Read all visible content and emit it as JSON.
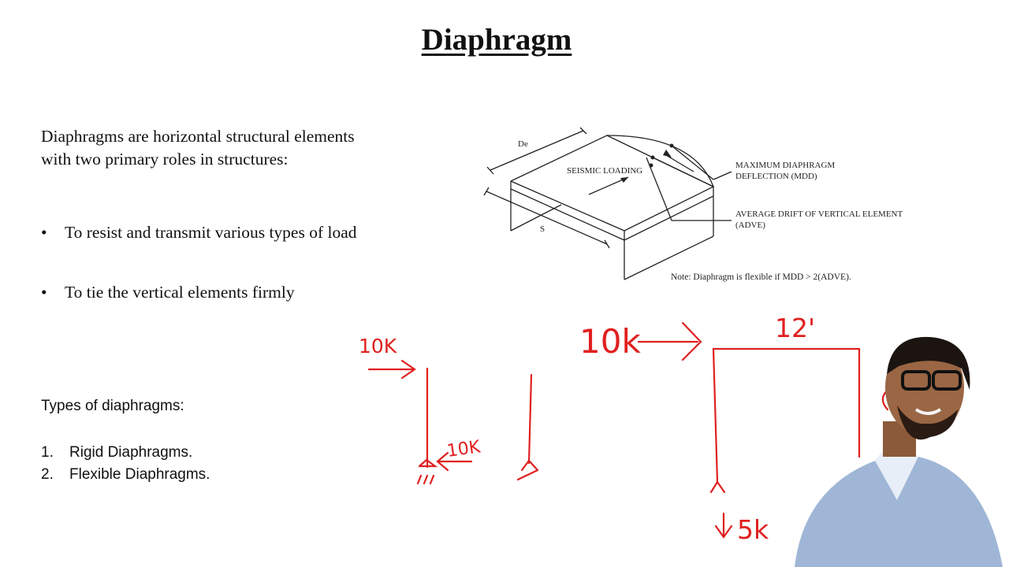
{
  "slide": {
    "title": "Diaphragm",
    "intro": "Diaphragms are horizontal structural elements with two primary roles in structures:",
    "bullets": [
      "To resist and transmit various types of load",
      "To tie the vertical elements firmly"
    ],
    "types_heading": "Types of diaphragms:",
    "types": [
      {
        "num": "1.",
        "label": "Rigid Diaphragms."
      },
      {
        "num": "2.",
        "label": "Flexible Diaphragms."
      }
    ]
  },
  "figure": {
    "label_de": "De",
    "label_s": "S",
    "label_seismic": "SEISMIC LOADING",
    "label_mdd_line1": "MAXIMUM DIAPHRAGM",
    "label_mdd_line2": "DEFLECTION (MDD)",
    "label_adve_line1": "AVERAGE DRIFT OF VERTICAL ELEMENT",
    "label_adve_line2": "(ADVE)",
    "note": "Note:  Diaphragm is flexible if MDD > 2(ADVE)."
  },
  "annotations": {
    "load_left_top": "10K",
    "load_left_bottom": "10K",
    "load_frame": "10k",
    "span": "12'",
    "reaction": "5k",
    "ink_color": "#e02020"
  }
}
